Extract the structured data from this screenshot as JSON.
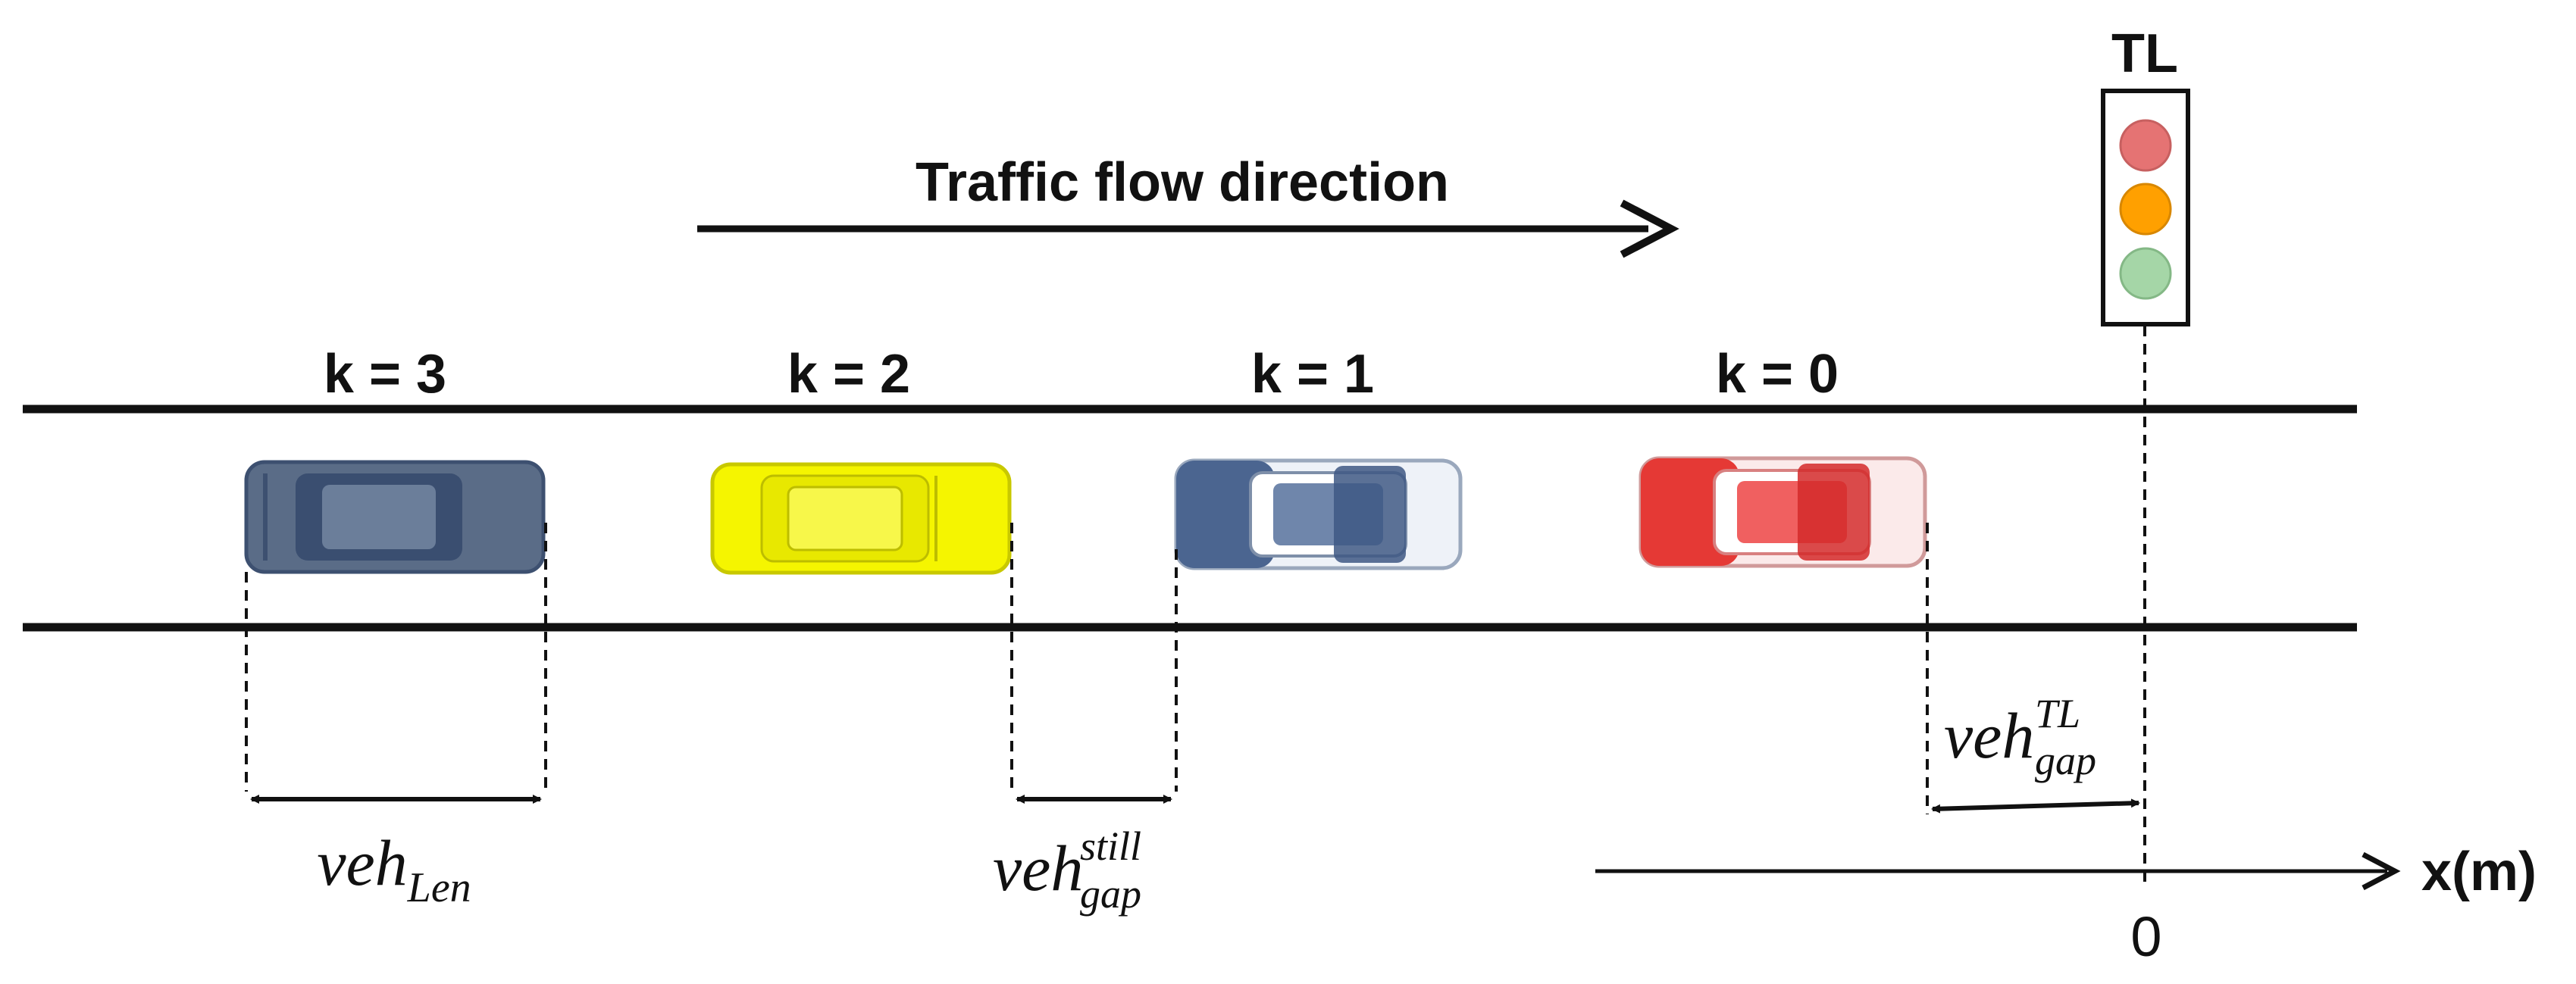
{
  "flow": {
    "label": "Traffic flow direction"
  },
  "traffic_light": {
    "label": "TL",
    "colors": {
      "red": "#e57373",
      "amber": "#ffa000",
      "green": "#a5d6a7"
    }
  },
  "vehicles": [
    {
      "label": "k = 3",
      "color": "#5a6c87",
      "accent": "#3d5070"
    },
    {
      "label": "k = 2",
      "color": "#f4f400",
      "accent": "#d8d800"
    },
    {
      "label": "k = 1",
      "color": "#4b6590",
      "accent": "#2e4a78"
    },
    {
      "label": "k = 0",
      "color": "#e53935",
      "accent": "#c62828"
    }
  ],
  "dimensions": {
    "len": {
      "base": "veh",
      "sub": "Len"
    },
    "still_gap": {
      "base": "veh",
      "sup": "still",
      "sub": "gap"
    },
    "tl_gap": {
      "base": "veh",
      "sup": "TL",
      "sub": "gap"
    }
  },
  "axis": {
    "label": "x(m)",
    "origin": "0"
  }
}
